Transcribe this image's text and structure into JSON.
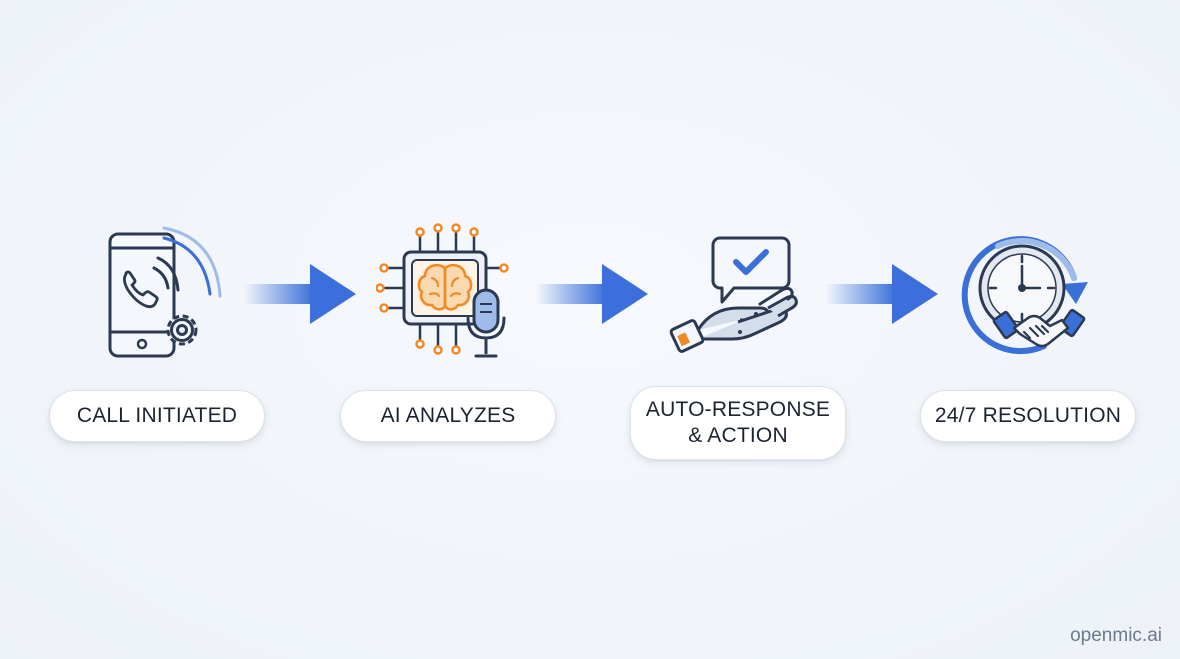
{
  "steps": [
    {
      "label": "CALL INITIATED",
      "icon": "phone-call-gear-icon"
    },
    {
      "label": "AI ANALYZES",
      "icon": "ai-brain-chip-microphone-icon"
    },
    {
      "label": "AUTO-RESPONSE\n& ACTION",
      "icon": "robot-hand-checkmark-icon"
    },
    {
      "label": "24/7 RESOLUTION",
      "icon": "clock-handshake-icon"
    }
  ],
  "connectors": [
    "arrow-right",
    "arrow-right",
    "arrow-right"
  ],
  "colors": {
    "navy": "#2b3a52",
    "blue": "#3a6fd8",
    "light_blue": "#9fbbe9",
    "orange": "#f08a24",
    "background": "#f1f5fa"
  },
  "watermark": "openmic.ai"
}
